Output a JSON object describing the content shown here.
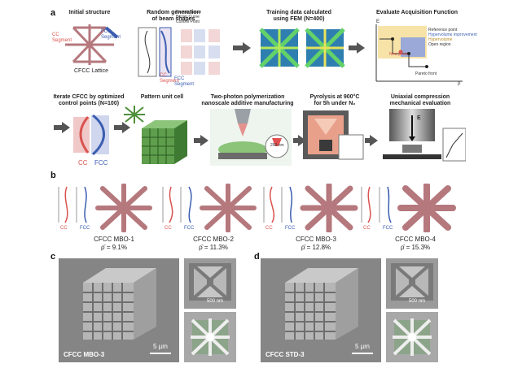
{
  "panel_labels": {
    "a": "a",
    "b": "b",
    "c": "c",
    "d": "d"
  },
  "workflow_row1": {
    "step1_title": "Initial structure",
    "step1_cc": "CC\nSegment",
    "step1_fcc": "FCC\nSegment",
    "step1_caption": "CFCC Lattice",
    "step2_title": "Random generation\nof beam shapes",
    "step2_legend": [
      "Design Space",
      "Bézier Curve",
      "Control Point"
    ],
    "step2_cc": "CC\nSegment",
    "step2_fcc": "FCC\nSegment",
    "step3_title": "Training data calculated\nusing FEM (N=400)",
    "step4_title": "Evaluate Acquisition Function",
    "step4_labels": [
      "Reference point",
      "Hypervolume improvement",
      "Hypervolume",
      "Open region",
      "New point",
      "Pareto front"
    ],
    "step4_axis_x": "ρ̄",
    "step4_axis_y": "E"
  },
  "workflow_row2": {
    "step5_title": "Iterate CFCC by optimized\ncontrol points (N=100)",
    "step5_cc": "CC",
    "step5_fcc": "FCC",
    "step6_title": "Pattern unit cell",
    "step7_title": "Two-photon polymerization\nnanoscale additive manufacturing",
    "step7_scale": "200 nm",
    "step8_title": "Pyrolysis at 900°C\nfor 5h under N₂",
    "step9_title": "Uniaxial compression\nmechanical evaluation",
    "step9_axis": "E"
  },
  "panel_b": {
    "items": [
      {
        "name": "CFCC MBO-1",
        "density": "ρ̄ = 9.1%",
        "cc": "CC",
        "fcc": "FCC"
      },
      {
        "name": "CFCC MBO-2",
        "density": "ρ̄ = 11.3%",
        "cc": "CC",
        "fcc": "FCC"
      },
      {
        "name": "CFCC MBO-3",
        "density": "ρ̄ = 12.8%",
        "cc": "CC",
        "fcc": "FCC"
      },
      {
        "name": "CFCC MBO-4",
        "density": "ρ̄ = 15.3%",
        "cc": "CC",
        "fcc": "FCC"
      }
    ]
  },
  "panel_c": {
    "label": "CFCC MBO-3",
    "scale_main": "5 µm",
    "scale_inset": "500 nm"
  },
  "panel_d": {
    "label": "CFCC STD-3",
    "scale_main": "5 µm",
    "scale_inset": "500 nm"
  },
  "colors": {
    "cc": "#d9534f",
    "fcc": "#3b5db0",
    "lattice": "#b5787d",
    "green": "#4d8f3a",
    "arrow": "#555555"
  }
}
